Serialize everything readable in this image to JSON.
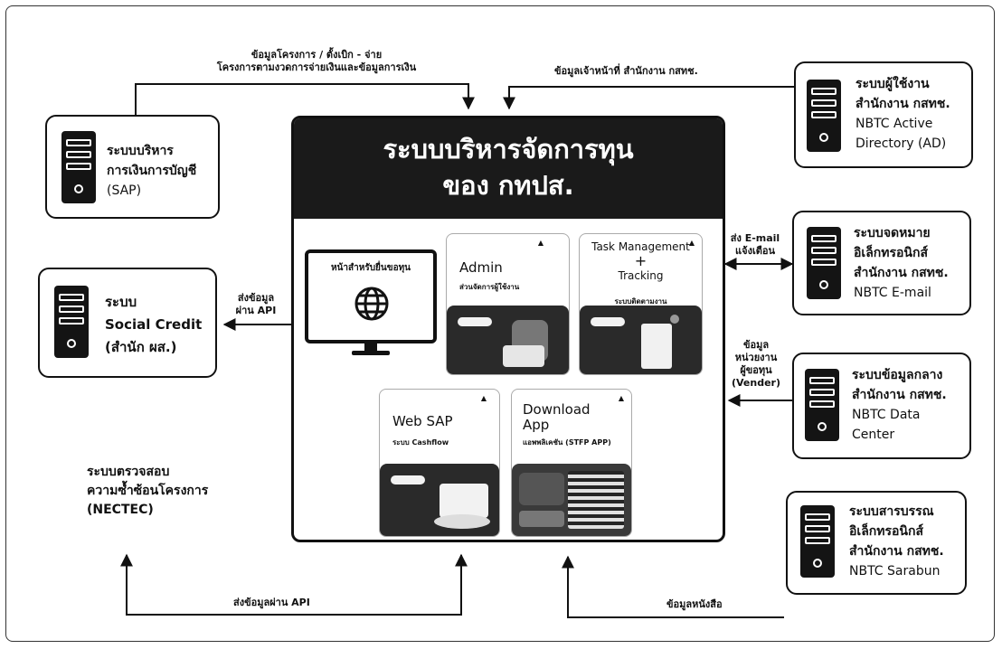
{
  "center": {
    "title_line1": "ระบบบริหารจัดการทุน",
    "title_line2": "ของ กทปส."
  },
  "cards": {
    "portal_label": "หน้าสำหรับยื่นขอทุน",
    "admin_title": "Admin",
    "admin_sub": "ส่วนจัดการผู้ใช้งาน",
    "task_line1": "Task Management",
    "task_plus": "+",
    "task_line2": "Tracking",
    "task_sub": "ระบบติดตามงาน",
    "websap_title": "Web SAP",
    "websap_sub": "ระบบ Cashflow",
    "download_line1": "Download",
    "download_line2": "App",
    "download_sub": "แอพพลิเคชัน (STFP APP)"
  },
  "external": {
    "sap": [
      "ระบบบริหาร",
      "การเงินการบัญชี",
      "(SAP)"
    ],
    "social_credit": [
      "ระบบ",
      "Social Credit",
      "(สำนัก ผส.)"
    ],
    "ad": [
      "ระบบผู้ใช้งาน",
      "สำนักงาน กสทช.",
      "NBTC Active",
      "Directory (AD)"
    ],
    "email": [
      "ระบบจดหมาย",
      "อิเล็กทรอนิกส์",
      "สำนักงาน กสทช.",
      "NBTC E-mail"
    ],
    "datacenter": [
      "ระบบข้อมูลกลาง",
      "สำนักงาน กสทช.",
      "NBTC Data",
      "Center"
    ],
    "sarabun": [
      "ระบบสารบรรณ",
      "อิเล็กทรอนิกส์",
      "สำนักงาน กสทช.",
      "NBTC Sarabun"
    ],
    "nectec": [
      "ระบบตรวจสอบ",
      "ความซ้ำซ้อนโครงการ",
      "(NECTEC)"
    ]
  },
  "arrows": {
    "sap_line1": "ข้อมูลโครงการ / ตั้งเบิก - จ่าย",
    "sap_line2": "โครงการตามงวดการจ่ายเงินและข้อมูลการเงิน",
    "ad_label": "ข้อมูลเจ้าหน้าที่ สำนักงาน กสทช.",
    "email_line1": "ส่ง E-mail",
    "email_line2": "แจ้งเตือน",
    "social_line1": "ส่งข้อมูล",
    "social_line2": "ผ่าน API",
    "vendor_line1": "ข้อมูล",
    "vendor_line2": "หน่วยงาน",
    "vendor_line3": "ผู้ขอทุน",
    "vendor_line4": "(Vender)",
    "nectec_label": "ส่งข้อมูลผ่าน API",
    "sarabun_label": "ข้อมูลหนังสือ"
  }
}
